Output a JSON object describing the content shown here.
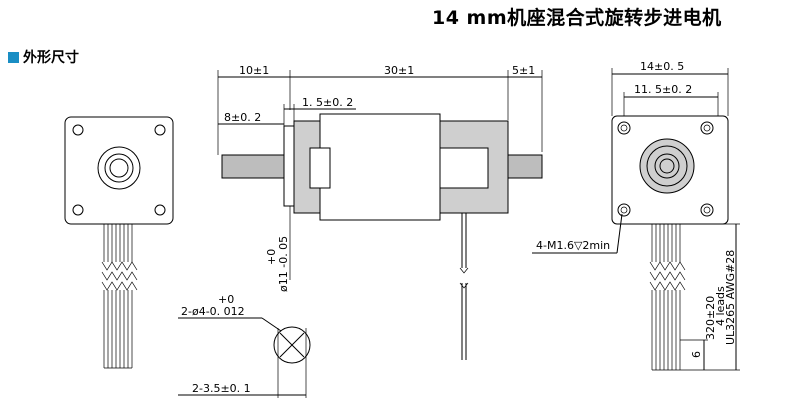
{
  "header": {
    "title": "14 mm机座混合式旋转步进电机"
  },
  "section": {
    "label": "外形尺寸"
  },
  "colors": {
    "accent": "#1a8ec4"
  },
  "dims": {
    "d10": "10±1",
    "d30": "30±1",
    "d5": "5±1",
    "d15": "1. 5±0. 2",
    "d8": "8±0. 2",
    "shaft_dia": "ø11 -0. 05",
    "shaft_tol": "+0",
    "d14": "14±0. 5",
    "d115": "11. 5±0. 2",
    "screw": "4-M1.6▽2min",
    "hole_tol": "+0",
    "hole": "2-ø4-0. 012",
    "flat": "2-3.5±0. 1",
    "lead_len": "320±20",
    "leads": "4 leads",
    "awg": "UL3265 AWG#28",
    "six": "6"
  }
}
